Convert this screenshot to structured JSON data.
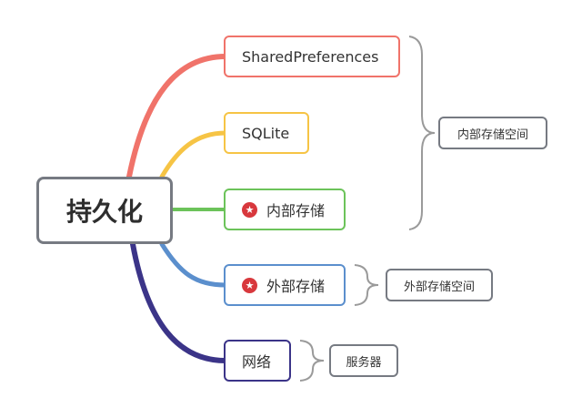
{
  "root": {
    "label": "持久化"
  },
  "branches": [
    {
      "label": "SharedPreferences",
      "color": "#f0736a",
      "icon": null
    },
    {
      "label": "SQLite",
      "color": "#f6c445",
      "icon": null
    },
    {
      "label": "内部存储",
      "color": "#6cc35a",
      "icon": "star-icon"
    },
    {
      "label": "外部存储",
      "color": "#5b8fcd",
      "icon": "star-icon"
    },
    {
      "label": "网络",
      "color": "#3b3488",
      "icon": null
    }
  ],
  "summaries": [
    {
      "label": "内部存储空间"
    },
    {
      "label": "外部存储空间"
    },
    {
      "label": "服务器"
    }
  ],
  "colors": {
    "root_border": "#767a82",
    "bracket": "#9a9a9a",
    "star": "#d8383d"
  }
}
